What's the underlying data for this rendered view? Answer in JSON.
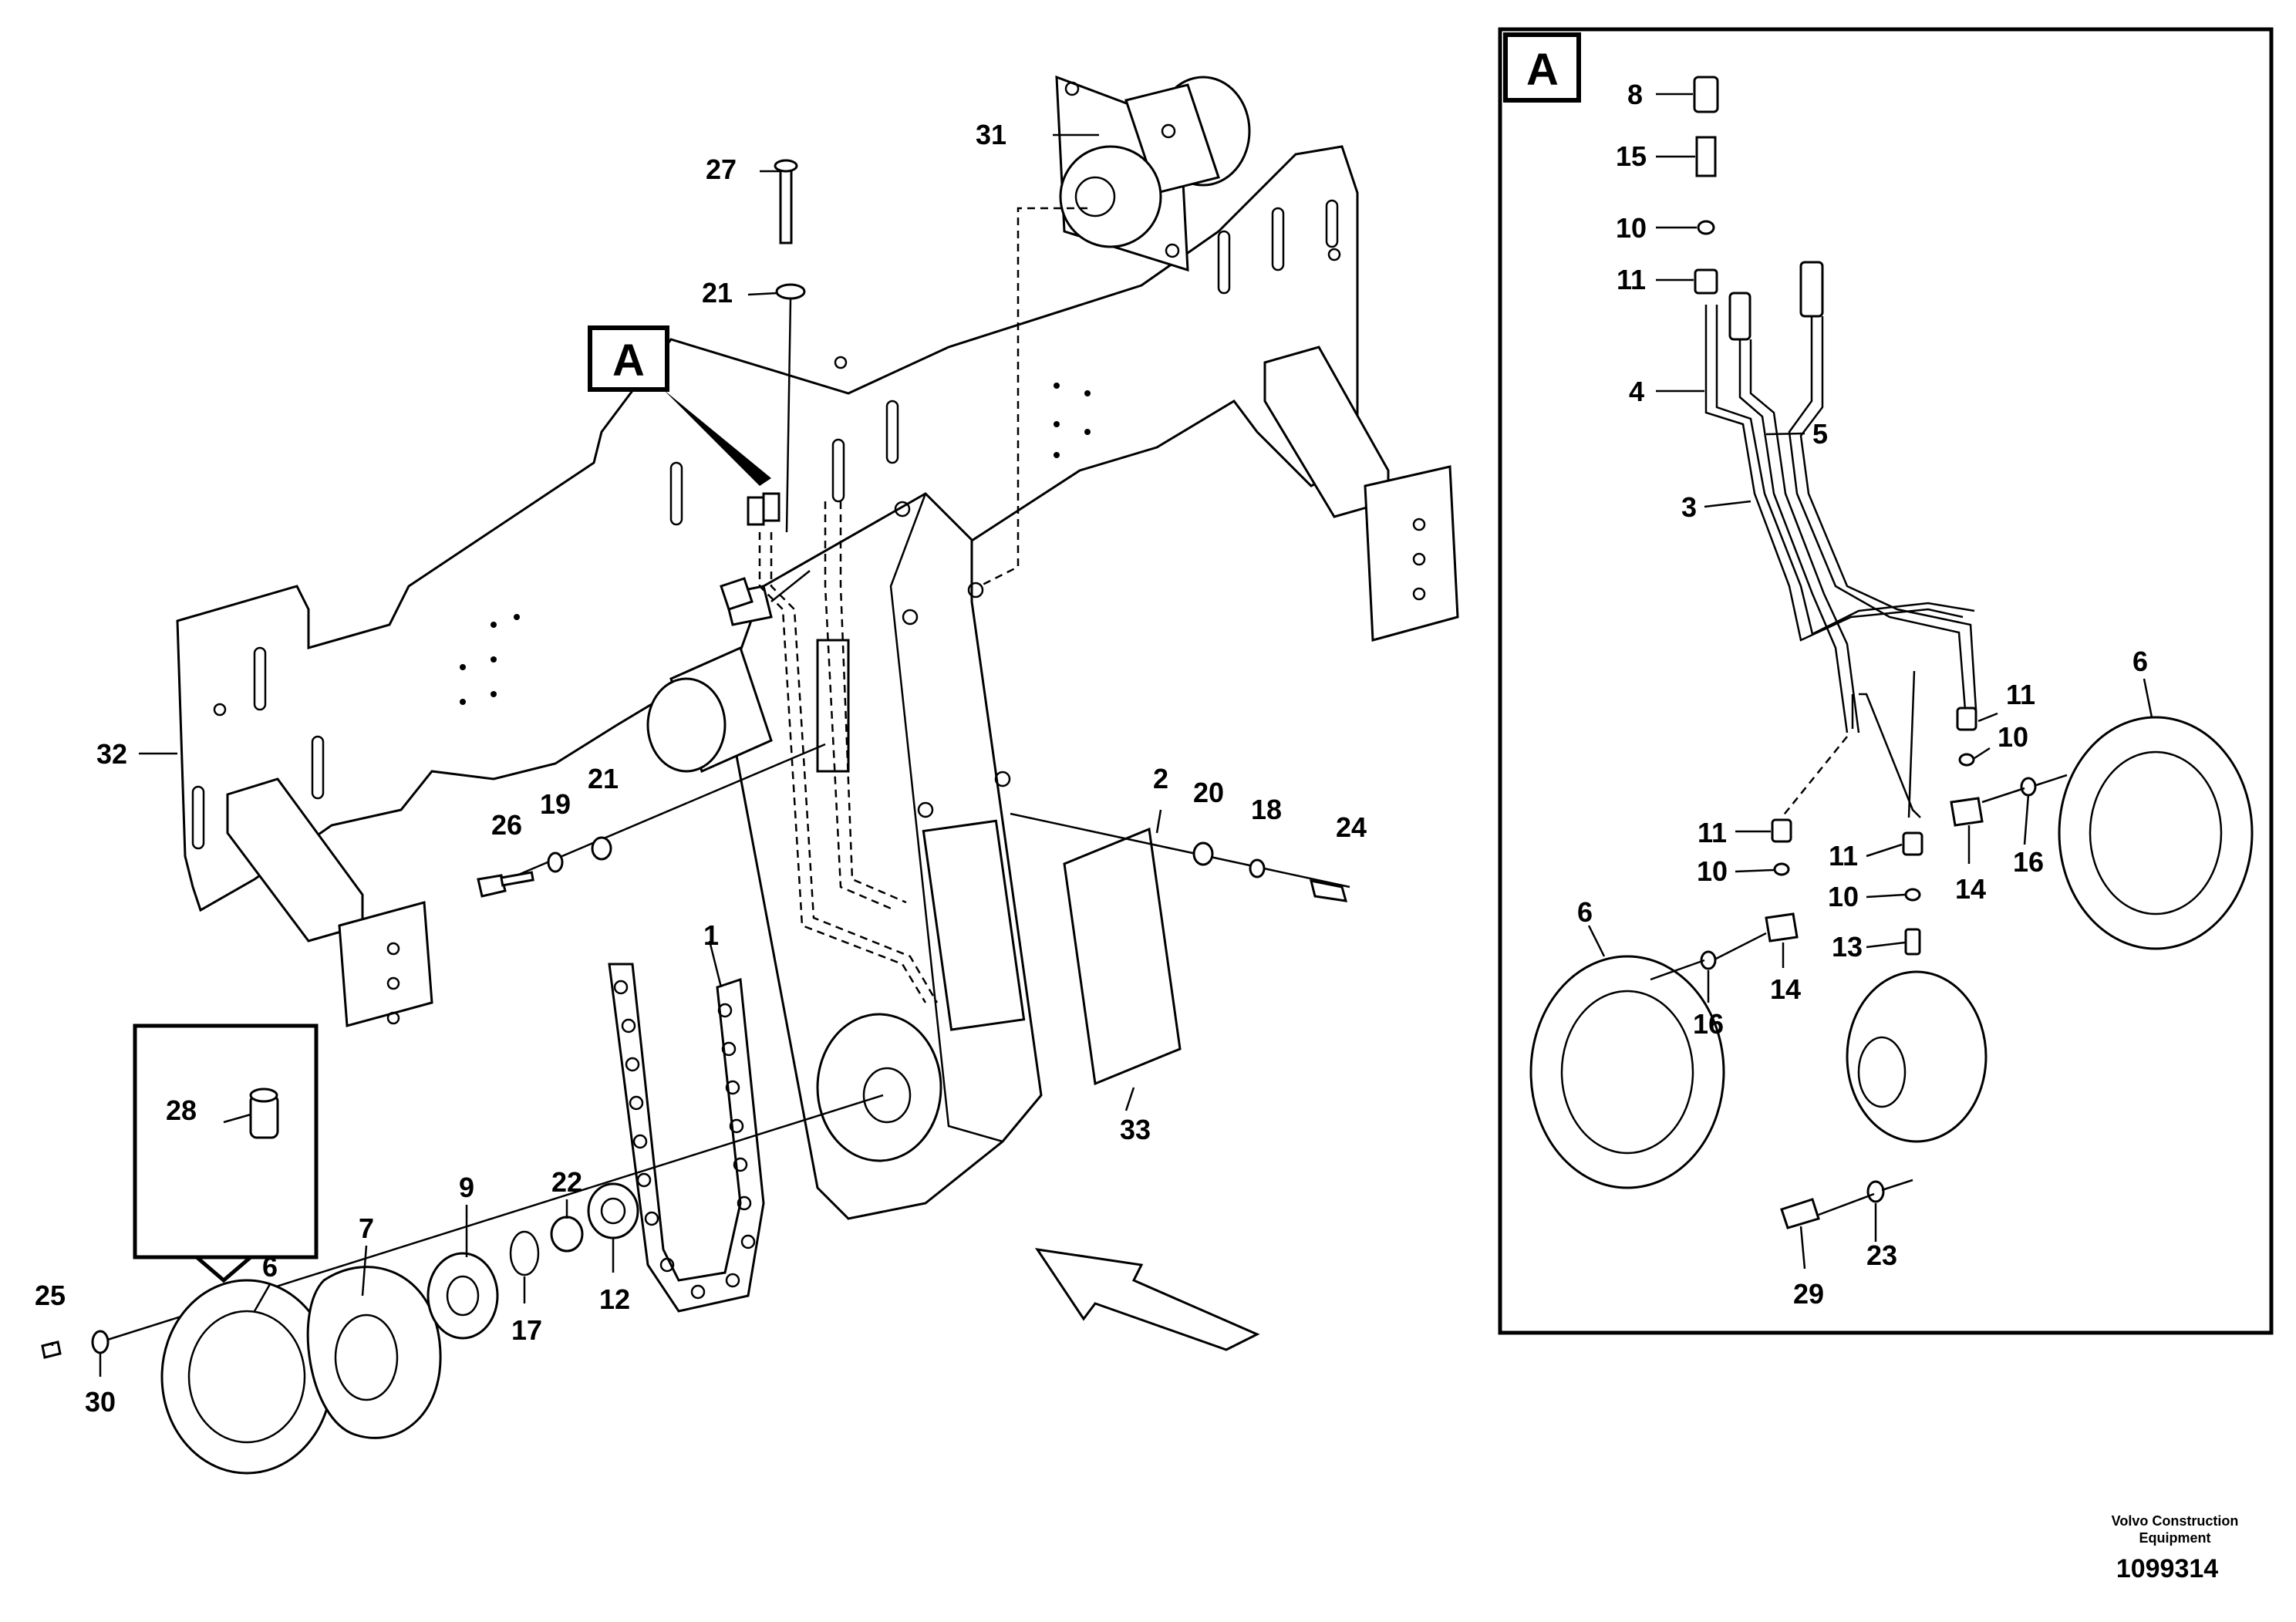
{
  "detail_tag": "A",
  "callouts": {
    "c1": "1",
    "c2": "2",
    "c6": "6",
    "c7": "7",
    "c9": "9",
    "c12": "12",
    "c17": "17",
    "c18": "18",
    "c19": "19",
    "c20": "20",
    "c21a": "21",
    "c21b": "21",
    "c22": "22",
    "c24": "24",
    "c25": "25",
    "c26": "26",
    "c27": "27",
    "c28": "28",
    "c30": "30",
    "c31": "31",
    "c32": "32",
    "c33": "33"
  },
  "detail_callouts": {
    "d3": "3",
    "d4": "4",
    "d5": "5",
    "d6a": "6",
    "d6b": "6",
    "d8": "8",
    "d10a": "10",
    "d10b": "10",
    "d10c": "10",
    "d10d": "10",
    "d11a": "11",
    "d11b": "11",
    "d11c": "11",
    "d11d": "11",
    "d13": "13",
    "d14a": "14",
    "d14b": "14",
    "d15": "15",
    "d16a": "16",
    "d16b": "16",
    "d23": "23",
    "d29": "29"
  },
  "footer": {
    "company_line1": "Volvo Construction",
    "company_line2": "Equipment",
    "drawing_number": "1099314"
  }
}
